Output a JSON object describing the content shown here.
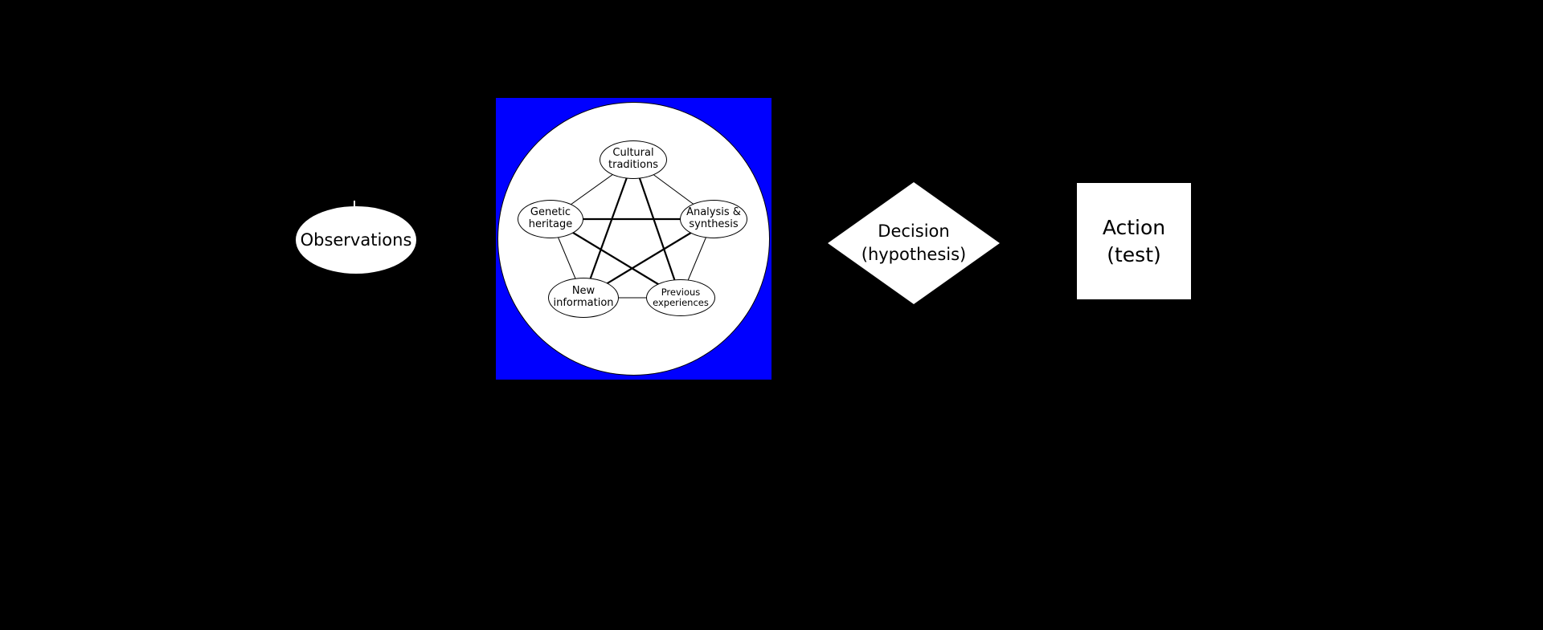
{
  "diagram": {
    "background": "#000000",
    "observations": {
      "label": "Observations"
    },
    "intuition": {
      "box_color": "#0000ff",
      "circle_color": "#ffffff",
      "nodes": {
        "cultural": {
          "line1": "Cultural",
          "line2": "traditions"
        },
        "genetic": {
          "line1": "Genetic",
          "line2": "heritage"
        },
        "analysis": {
          "line1": "Analysis &",
          "line2": "synthesis"
        },
        "newinfo": {
          "line1": "New",
          "line2": "information"
        },
        "previous": {
          "line1": "Previous",
          "line2": "experiences"
        }
      }
    },
    "decision": {
      "line1": "Decision",
      "line2": "(hypothesis)"
    },
    "action": {
      "line1": "Action",
      "line2": "(test)"
    }
  }
}
